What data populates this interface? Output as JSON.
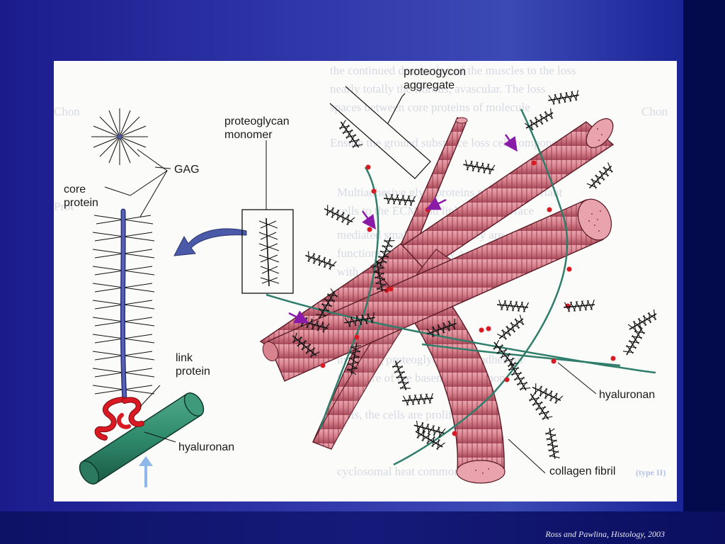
{
  "labels": {
    "proteoglycan_aggregate": "proteogycon\naggregate",
    "proteoglycan_monomer": "proteoglycan\nmonomer",
    "gag": "GAG",
    "core_protein": "core\nprotein",
    "link_protein": "link\nprotein",
    "hyaluronan_left": "hyaluronan",
    "hyaluronan_right": "hyaluronan",
    "collagen_fibril": "collagen fibril",
    "type_ii": "(type II)"
  },
  "caption": "Ross and Pawlina, Histology, 2003",
  "colors": {
    "background_dark": "#1b1b8c",
    "collagen": "#d9838f",
    "collagen_dark": "#8e3a48",
    "hyaluronan_strand": "#2f7d6a",
    "link_protein": "#d91a22",
    "hyaluronan_rod": "#2f8a6c",
    "core_protein": "#4b57a8",
    "arrow_purple": "#8a1aa8",
    "callout_arrow": "#4a5aa8"
  }
}
